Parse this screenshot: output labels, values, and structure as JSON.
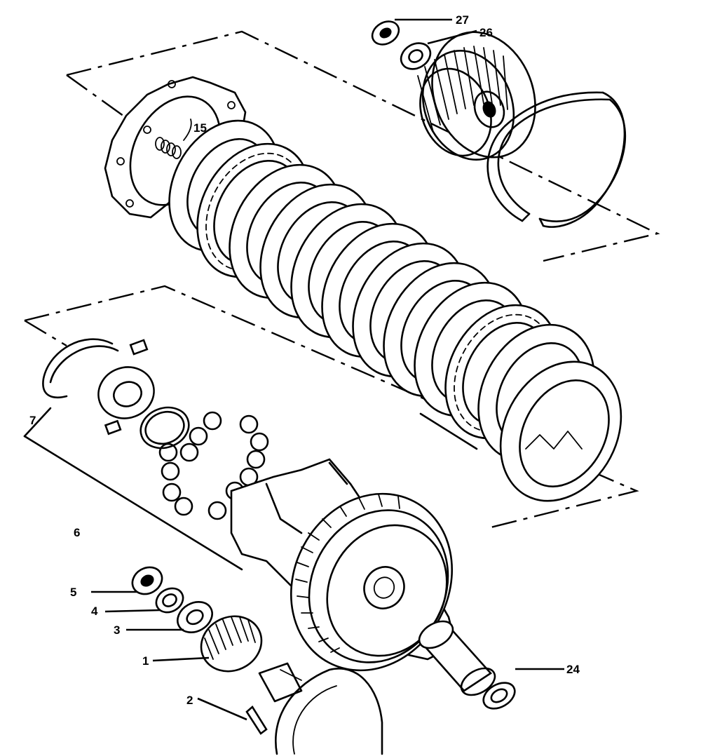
{
  "callouts": {
    "c27": "27",
    "c26": "26",
    "c15": "15",
    "c7": "7",
    "c6": "6",
    "c5": "5",
    "c4": "4",
    "c3": "3",
    "c1": "1",
    "c2": "2",
    "c24": "24"
  }
}
